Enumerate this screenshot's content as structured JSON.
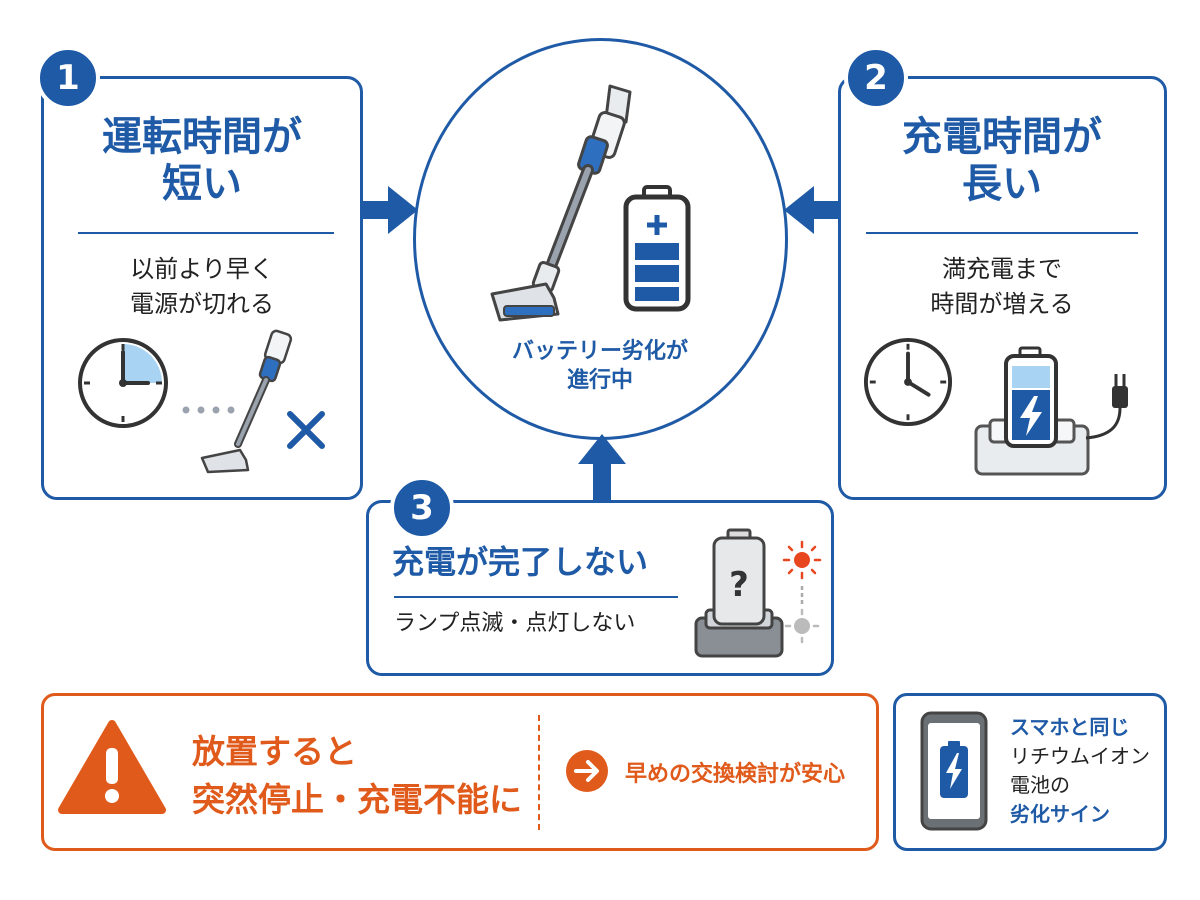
{
  "card1": {
    "number": "1",
    "title_line1": "運転時間が",
    "title_line2": "短い",
    "desc_line1": "以前より早く",
    "desc_line2": "電源が切れる"
  },
  "card2": {
    "number": "2",
    "title_line1": "充電時間が",
    "title_line2": "長い",
    "desc_line1": "満充電まで",
    "desc_line2": "時間が増える"
  },
  "card3": {
    "number": "3",
    "title": "充電が完了しない",
    "desc": "ランプ点滅・点灯しない"
  },
  "center": {
    "caption_line1": "バッテリー劣化が",
    "caption_line2": "進行中"
  },
  "warning": {
    "line1": "放置すると",
    "line2": "突然停止・充電不能に",
    "advice": "早めの交換検討が安心"
  },
  "info": {
    "line1": "スマホと同じ",
    "line2": "リチウムイオン",
    "line3": "電池の",
    "line4": "劣化サイン"
  },
  "colors": {
    "primary": "#1f5aa6",
    "warning": "#e05a1b",
    "light_blue": "#a9d3f2",
    "indicator_red": "#e8461e"
  },
  "icons": [
    "stick-vacuum-icon",
    "battery-icon",
    "clock-icon",
    "cross-icon",
    "charging-battery-icon",
    "plug-icon",
    "unknown-battery-icon",
    "indicator-light-icon",
    "warning-triangle-icon",
    "arrow-right-circle-icon",
    "smartphone-battery-icon"
  ]
}
